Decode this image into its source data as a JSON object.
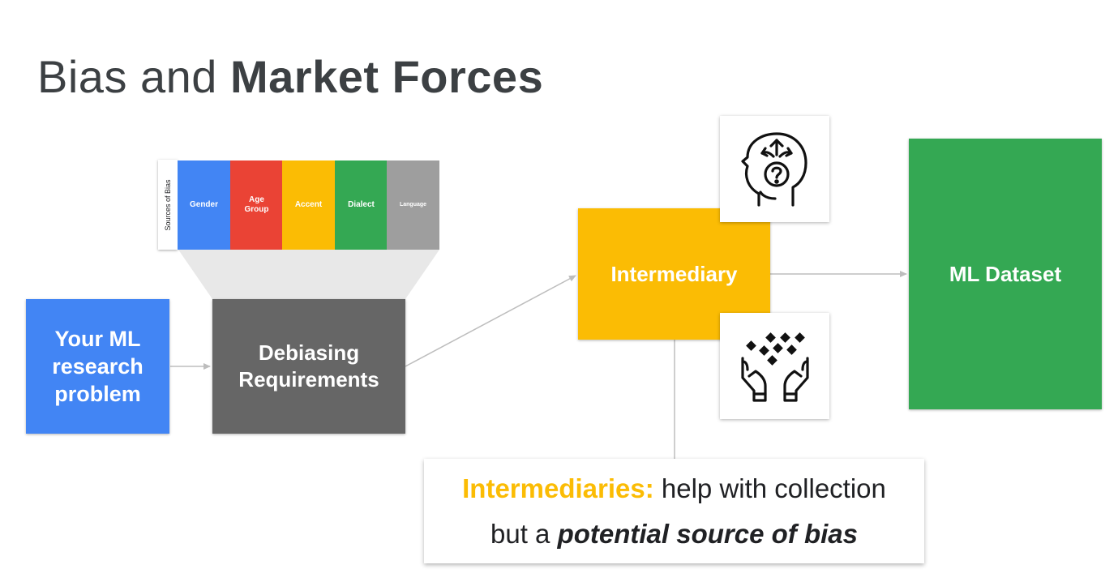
{
  "slide": {
    "title_regular": "Bias and",
    "title_bold": "Market Forces"
  },
  "bias_table": {
    "label": "Sources of Bias",
    "columns": [
      {
        "label": "Gender",
        "color": "#4285f4"
      },
      {
        "label": "Age\nGroup",
        "color": "#ea4335"
      },
      {
        "label": "Accent",
        "color": "#fbbc04"
      },
      {
        "label": "Dialect",
        "color": "#34a853"
      },
      {
        "label": "Language",
        "color": "#9e9e9e"
      }
    ]
  },
  "nodes": {
    "problem": {
      "label": "Your ML research problem",
      "color": "#4285f4"
    },
    "debiasing": {
      "label": "Debiasing Requirements",
      "color": "#666666"
    },
    "intermediary": {
      "label": "Intermediary",
      "color": "#fbbc04"
    },
    "dataset": {
      "label": "ML Dataset",
      "color": "#34a853"
    }
  },
  "icons": {
    "top": "head-decision-question-icon",
    "bottom": "hands-holding-data-icon"
  },
  "note": {
    "highlight": "Intermediaries:",
    "line1_rest": " help with collection",
    "line2_start": "but a ",
    "line2_emphasis": "potential source of bias"
  }
}
